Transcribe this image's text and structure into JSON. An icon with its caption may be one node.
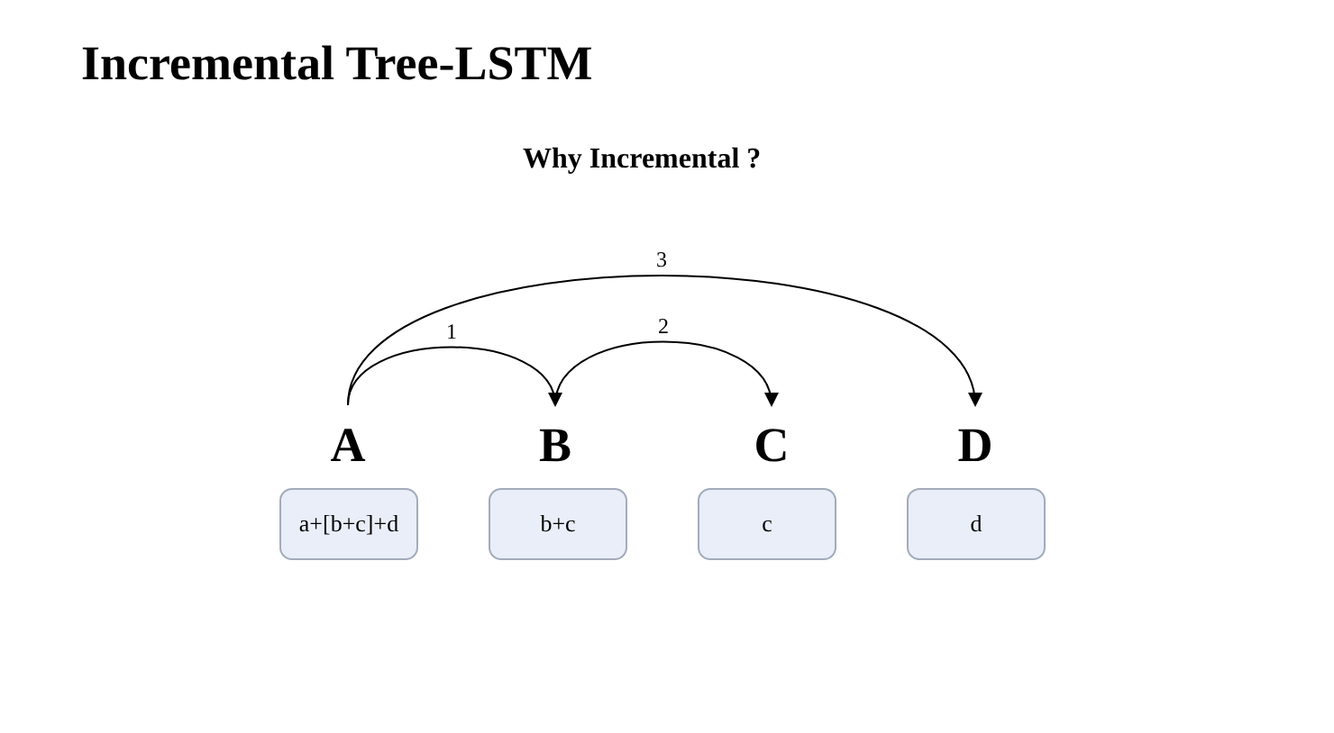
{
  "diagram": {
    "title": "Incremental Tree-LSTM",
    "nodes": [
      {
        "text": [
          "A"
        ]
      },
      {
        "text": [
          "B"
        ]
      },
      {
        "text": [
          "C"
        ]
      },
      {
        "text": [
          "D"
        ]
      },
      {
        "text": [
          "a+[b+c]+d"
        ]
      },
      {
        "text": [
          "b+c"
        ]
      },
      {
        "text": [
          "c"
        ]
      },
      {
        "text": [
          "d"
        ]
      }
    ],
    "edges": [
      {
        "from": 0,
        "to": 1,
        "arrow": "to",
        "label": "1"
      },
      {
        "from": 1,
        "to": 2,
        "arrow": "to",
        "label": "2"
      },
      {
        "from": 0,
        "to": 3,
        "arrow": "to",
        "label": "3"
      }
    ],
    "labels": [
      "Why Incremental ?"
    ]
  }
}
